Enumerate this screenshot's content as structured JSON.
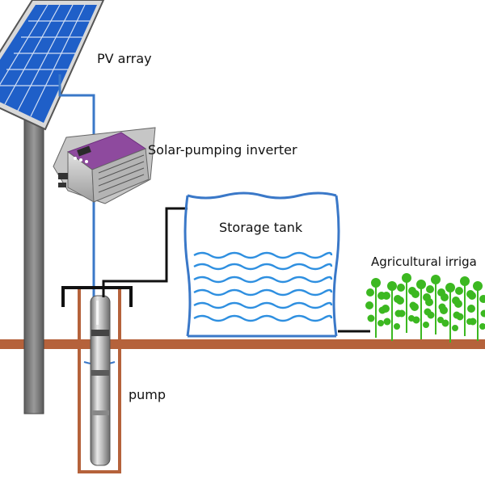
{
  "labels": {
    "pv_array": "PV array",
    "inverter": "Solar-pumping inverter",
    "storage_tank": "Storage tank",
    "agricultural": "Agricultural irriga",
    "pump": "pump"
  },
  "colors": {
    "ground": "#b5623b",
    "cable_blue": "#3a78c8",
    "pipe_black": "#111111",
    "water_wave": "#2e8fe0",
    "panel_blue": "#1f5fc8",
    "inverter_purple": "#8e4a9e",
    "plant_green": "#3cb821",
    "pole_gray": "#7a7a7a"
  },
  "icons": {
    "pv_panel": "solar-panel-icon",
    "inverter": "inverter-box-icon",
    "pump": "submersible-pump-icon",
    "tank": "water-tank-icon",
    "plants": "crop-plants-icon"
  }
}
